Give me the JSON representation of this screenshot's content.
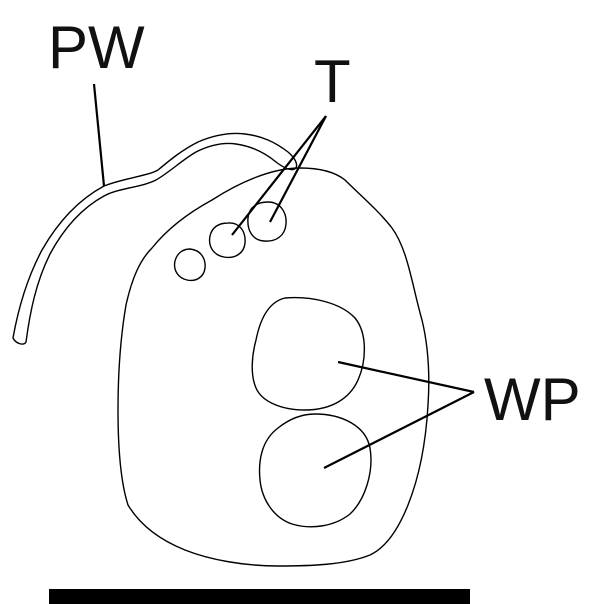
{
  "labels": {
    "pw": "PW",
    "t": "T",
    "wp": "WP"
  },
  "colors": {
    "line": "#000000",
    "text": "#111111",
    "background": "#ffffff"
  }
}
